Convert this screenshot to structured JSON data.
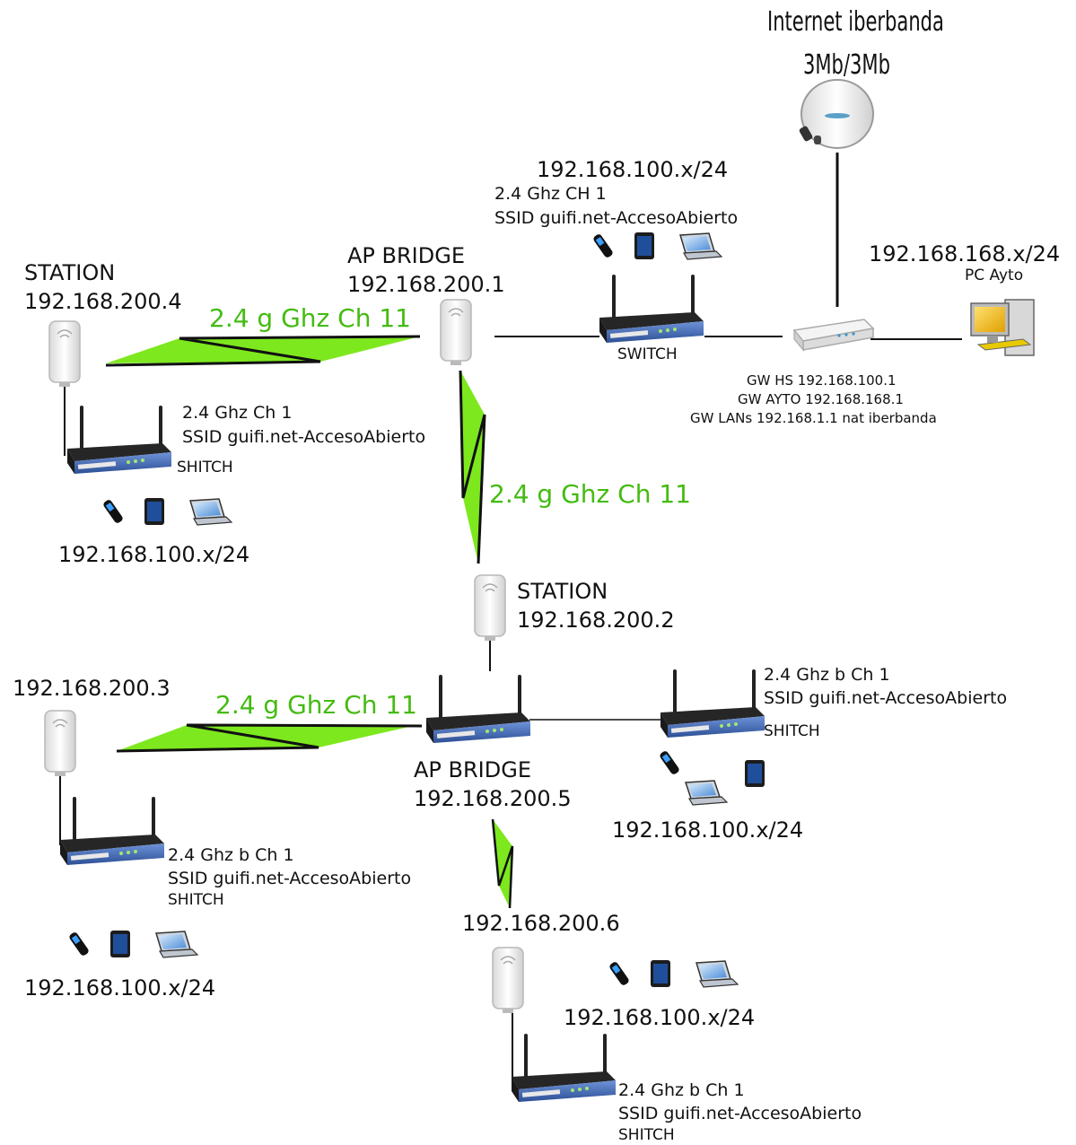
{
  "internet": {
    "line1": "Internet iberbanda",
    "line2": "3Mb/3Mb"
  },
  "top_switch": {
    "subnet": "192.168.100.x/24",
    "wifi": "2.4 Ghz CH 1",
    "ssid": "SSID guifi.net-AccesoAbierto",
    "label": "SWITCH"
  },
  "pc_ayto": {
    "subnet": "192.168.168.x/24",
    "label": "PC Ayto"
  },
  "gateway": {
    "line1": "GW HS 192.168.100.1",
    "line2": "GW AYTO 192.168.168.1",
    "line3": "GW LANs 192.168.1.1 nat iberbanda"
  },
  "ap_bridge_1": {
    "role": "AP BRIDGE",
    "ip": "192.168.200.1"
  },
  "station_4": {
    "role": "STATION",
    "ip": "192.168.200.4",
    "wifi": "2.4 Ghz  Ch 1",
    "ssid": "SSID guifi.net-AccesoAbierto",
    "switch": "SHITCH",
    "subnet": "192.168.100.x/24"
  },
  "links": {
    "link_a": "2.4 g Ghz Ch 11",
    "link_b": "2.4 g Ghz Ch 11",
    "link_c": "2.4 g Ghz Ch 11"
  },
  "station_2": {
    "role": "STATION",
    "ip": "192.168.200.2"
  },
  "ap_bridge_5": {
    "role": "AP BRIDGE",
    "ip": "192.168.200.5"
  },
  "node_3": {
    "ip": "192.168.200.3",
    "wifi": "2.4 Ghz b Ch 1",
    "ssid": "SSID guifi.net-AccesoAbierto",
    "switch": "SHITCH",
    "subnet": "192.168.100.x/24"
  },
  "node_right": {
    "wifi": "2.4 Ghz b Ch 1",
    "ssid": "SSID guifi.net-AccesoAbierto",
    "switch": "SHITCH",
    "subnet": "192.168.100.x/24"
  },
  "node_6": {
    "ip": "192.168.200.6",
    "subnet": "192.168.100.x/24",
    "wifi": "2.4 Ghz b Ch 1",
    "ssid": "SSID guifi.net-AccesoAbierto",
    "switch": "SHITCH"
  },
  "colors": {
    "wireless": "#7ee81e",
    "wireless_text": "#44bb11",
    "router": "#3d62a8"
  }
}
